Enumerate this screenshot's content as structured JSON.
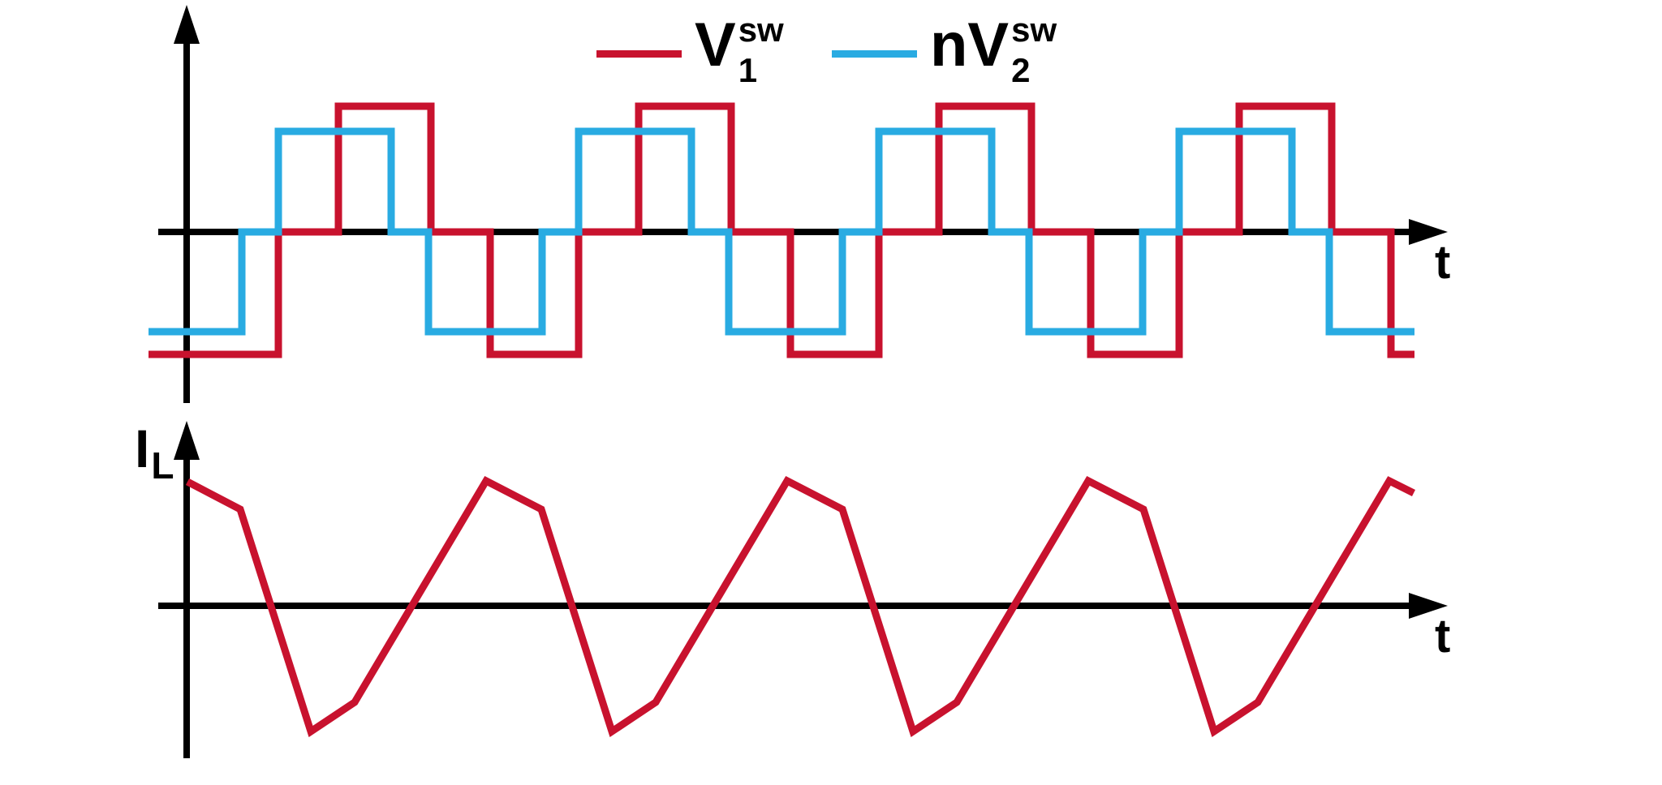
{
  "figure": {
    "colors": {
      "v1": "#C8122E",
      "v2": "#29ABE2",
      "axis": "#000000",
      "background": "#ffffff"
    },
    "legend": {
      "items": [
        {
          "name": "v1",
          "label_main": "V",
          "label_sub": "1",
          "label_sup": "sw"
        },
        {
          "name": "v2",
          "label_main": "nV",
          "label_sub": "2",
          "label_sup": "sw"
        }
      ]
    },
    "top_plot": {
      "x_axis_label": "t"
    },
    "bottom_plot": {
      "x_axis_label": "t",
      "y_axis_label_main": "I",
      "y_axis_label_sub": "L"
    }
  },
  "chart_data": [
    {
      "type": "line",
      "subtype": "three-level square waves (dual-active-bridge bridge voltages)",
      "title": "",
      "xlabel": "t",
      "legend_entries": [
        "V1_sw",
        "nV2_sw"
      ],
      "legend_position": "top-center",
      "grid": false,
      "x_unit": "switching periods (t=0 at vertical axis)",
      "period": 1.0,
      "series": [
        {
          "name": "V1_sw",
          "color": "#C8122E",
          "levels": [
            -1,
            0,
            1
          ],
          "amplitude": 1.0,
          "start": {
            "t": -0.13,
            "value": -1
          },
          "end_t": 4.09,
          "transitions_first_period": [
            {
              "t": 0.305,
              "from": -1,
              "to": 0
            },
            {
              "t": 0.505,
              "from": 0,
              "to": 1
            },
            {
              "t": 0.815,
              "from": 1,
              "to": 0
            },
            {
              "t": 1.01,
              "from": 0,
              "to": -1
            }
          ],
          "repeats_every": 1.0,
          "num_periods_shown": 4
        },
        {
          "name": "nV2_sw",
          "color": "#29ABE2",
          "levels": [
            -0.8,
            0,
            0.8
          ],
          "amplitude": 0.8,
          "start": {
            "t": -0.13,
            "value": -0.8
          },
          "end_t": 4.09,
          "transitions_first_period": [
            {
              "t": 0.184,
              "from": -0.8,
              "to": 0
            },
            {
              "t": 0.305,
              "from": 0,
              "to": 0.8
            },
            {
              "t": 0.681,
              "from": 0.8,
              "to": 0
            },
            {
              "t": 0.805,
              "from": 0,
              "to": -0.8
            }
          ],
          "repeats_every": 1.0,
          "num_periods_shown": 4,
          "phase_relation": "nV2_sw leads V1_sw; V1 rise from -1 to 0 coincides with nV2 rise from 0 to +0.8"
        }
      ]
    },
    {
      "type": "line",
      "subtype": "piecewise-linear inductor current",
      "title": "",
      "xlabel": "t",
      "ylabel": "I_L",
      "grid": false,
      "x_unit": "switching periods (t=0 at vertical axis)",
      "series": [
        {
          "name": "I_L",
          "color": "#C8122E",
          "vertices_t": [
            0.0,
            0.178,
            0.414,
            0.56,
            0.997,
            1.181,
            1.416,
            1.562,
            2.0,
            2.184,
            2.419,
            2.565,
            3.003,
            3.186,
            3.422,
            3.568,
            4.005,
            4.086
          ],
          "vertices_value": [
            1.0,
            0.77,
            -1.0,
            -0.77,
            1.0,
            0.77,
            -1.0,
            -0.77,
            1.0,
            0.77,
            -1.0,
            -0.77,
            1.0,
            0.77,
            -1.0,
            -0.77,
            1.0,
            0.9
          ],
          "shape": "per period: peak, shallow fall, steep fall to min, shallow rise, steep rise to next peak"
        }
      ]
    }
  ],
  "px": {
    "top": {
      "y_axis": [
        230,
        48,
        230,
        497
      ],
      "x_axis": [
        195,
        286,
        1742,
        286
      ],
      "y_arrow": [
        [
          230,
          6
        ],
        [
          214,
          54
        ],
        [
          246,
          54
        ]
      ],
      "x_arrow": [
        [
          1784,
          286
        ],
        [
          1736,
          270
        ],
        [
          1736,
          302
        ]
      ],
      "v1": [
        [
          183,
          437
        ],
        [
          343,
          437
        ],
        [
          343,
          286
        ],
        [
          417,
          286
        ],
        [
          417,
          131
        ],
        [
          531,
          131
        ],
        [
          531,
          286
        ],
        [
          604,
          286
        ],
        [
          604,
          437
        ],
        [
          713,
          437
        ],
        [
          713,
          286
        ],
        [
          787,
          286
        ],
        [
          787,
          131
        ],
        [
          901,
          131
        ],
        [
          901,
          286
        ],
        [
          974,
          286
        ],
        [
          974,
          437
        ],
        [
          1083,
          437
        ],
        [
          1083,
          286
        ],
        [
          1157,
          286
        ],
        [
          1157,
          131
        ],
        [
          1271,
          131
        ],
        [
          1271,
          286
        ],
        [
          1344,
          286
        ],
        [
          1344,
          437
        ],
        [
          1453,
          437
        ],
        [
          1453,
          286
        ],
        [
          1527,
          286
        ],
        [
          1527,
          131
        ],
        [
          1641,
          131
        ],
        [
          1641,
          286
        ],
        [
          1714,
          286
        ],
        [
          1714,
          437
        ],
        [
          1743,
          437
        ]
      ],
      "v2": [
        [
          183,
          409
        ],
        [
          298,
          409
        ],
        [
          298,
          286
        ],
        [
          343,
          286
        ],
        [
          343,
          162
        ],
        [
          482,
          162
        ],
        [
          482,
          286
        ],
        [
          528,
          286
        ],
        [
          528,
          409
        ],
        [
          668,
          409
        ],
        [
          668,
          286
        ],
        [
          713,
          286
        ],
        [
          713,
          162
        ],
        [
          852,
          162
        ],
        [
          852,
          286
        ],
        [
          898,
          286
        ],
        [
          898,
          409
        ],
        [
          1038,
          409
        ],
        [
          1038,
          286
        ],
        [
          1083,
          286
        ],
        [
          1083,
          162
        ],
        [
          1222,
          162
        ],
        [
          1222,
          286
        ],
        [
          1268,
          286
        ],
        [
          1268,
          409
        ],
        [
          1408,
          409
        ],
        [
          1408,
          286
        ],
        [
          1453,
          286
        ],
        [
          1453,
          162
        ],
        [
          1592,
          162
        ],
        [
          1592,
          286
        ],
        [
          1638,
          286
        ],
        [
          1638,
          409
        ],
        [
          1743,
          409
        ]
      ]
    },
    "bottom": {
      "y_axis": [
        230,
        561,
        230,
        935
      ],
      "x_axis": [
        195,
        747,
        1742,
        747
      ],
      "y_arrow": [
        [
          230,
          519
        ],
        [
          214,
          567
        ],
        [
          246,
          567
        ]
      ],
      "x_arrow": [
        [
          1784,
          747
        ],
        [
          1736,
          731
        ],
        [
          1736,
          763
        ]
      ],
      "il": [
        [
          231,
          594
        ],
        [
          296,
          628
        ],
        [
          383,
          902
        ],
        [
          437,
          866
        ],
        [
          599,
          593
        ],
        [
          667,
          628
        ],
        [
          754,
          902
        ],
        [
          808,
          866
        ],
        [
          970,
          593
        ],
        [
          1038,
          628
        ],
        [
          1125,
          902
        ],
        [
          1179,
          866
        ],
        [
          1341,
          593
        ],
        [
          1409,
          628
        ],
        [
          1496,
          902
        ],
        [
          1550,
          866
        ],
        [
          1712,
          593
        ],
        [
          1742,
          608
        ]
      ]
    }
  }
}
